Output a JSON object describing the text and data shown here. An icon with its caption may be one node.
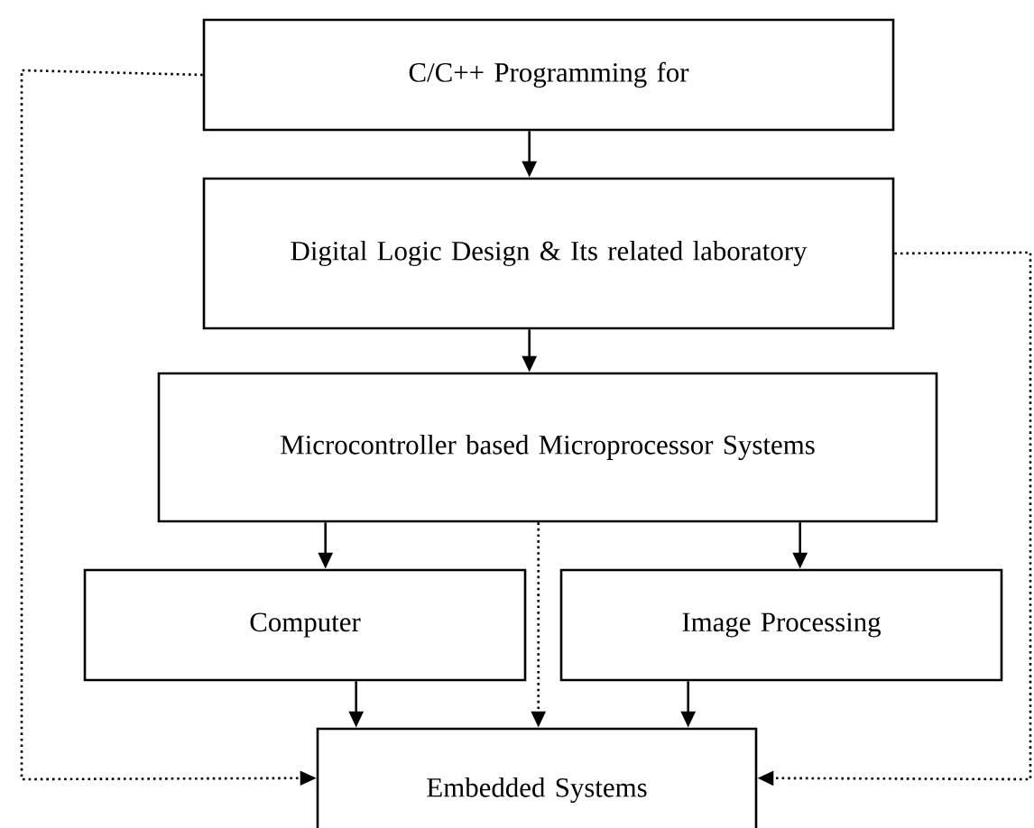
{
  "diagram": {
    "nodes": [
      {
        "text": [
          "C/C++ Programming for"
        ]
      },
      {
        "text": [
          "Digital Logic Design & Its related laboratory"
        ]
      },
      {
        "text": [
          "Microcontroller based Microprocessor Systems"
        ]
      },
      {
        "text": [
          "Computer"
        ]
      },
      {
        "text": [
          "Image Processing"
        ]
      },
      {
        "text": [
          "Embedded Systems"
        ]
      }
    ],
    "edges": [
      {
        "from": 0,
        "to": 1,
        "arrow": "to"
      },
      {
        "from": 1,
        "to": 2,
        "arrow": "to"
      },
      {
        "from": 2,
        "to": 3,
        "arrow": "to"
      },
      {
        "from": 2,
        "to": 4,
        "arrow": "to"
      },
      {
        "from": 3,
        "to": 5,
        "arrow": "to"
      },
      {
        "from": 2,
        "to": 5,
        "arrow": "to",
        "style": "dashed"
      },
      {
        "from": 4,
        "to": 5,
        "arrow": "to"
      },
      {
        "from": 0,
        "to": 5,
        "arrow": "to",
        "style": "dashed"
      },
      {
        "from": 1,
        "to": 5,
        "arrow": "to",
        "style": "dashed"
      }
    ]
  }
}
